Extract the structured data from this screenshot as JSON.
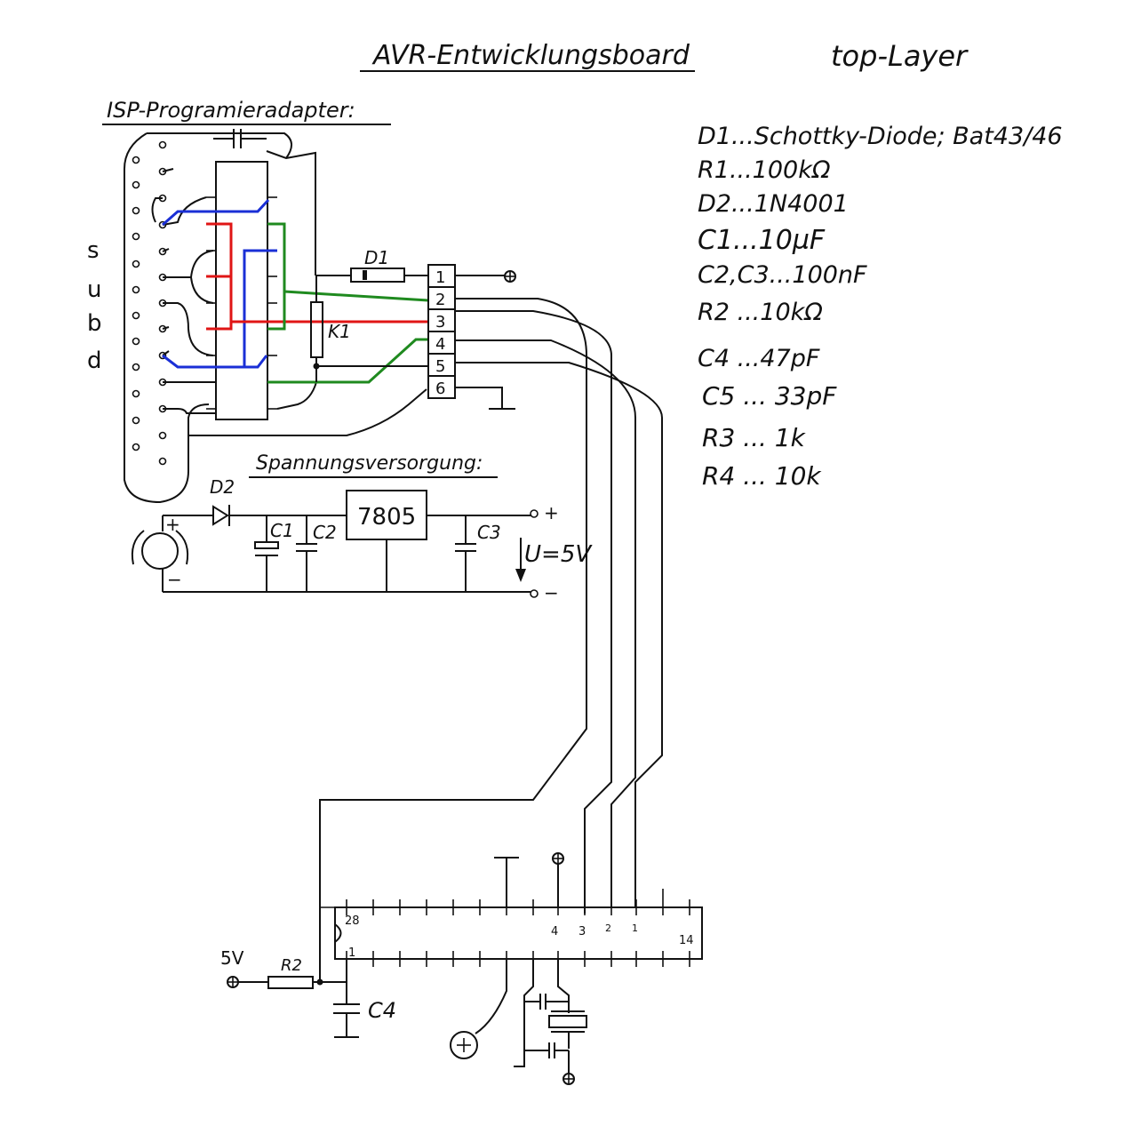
{
  "title": "AVR-Entwicklungsboard",
  "layer": "top-Layer",
  "isp_heading": "ISP-Programieradapter:",
  "subd_letters": [
    "s",
    "u",
    "b",
    "d"
  ],
  "power_heading": "Spannungsversorgung:",
  "regulator": "7805",
  "connector_pins": [
    "1",
    "2",
    "3",
    "4",
    "5",
    "6"
  ],
  "labels": {
    "d1": "D1",
    "r1": "K1",
    "d2": "D2",
    "c1": "C1",
    "c2": "C2",
    "c3": "C3",
    "c4": "C4",
    "r2": "R2",
    "supply_5v": "5V",
    "output": "U=5V",
    "plus": "+",
    "minus": "−",
    "ic_pin_28": "28",
    "ic_pin_1": "1",
    "ic_pin_14": "14",
    "ic_marks": [
      "4",
      "3",
      "2",
      "1"
    ]
  },
  "parts_list": [
    "D1...Schottky-Diode; Bat43/46",
    "R1...100kΩ",
    "D2...1N4001",
    "C1...10µF",
    "C2,C3...100nF",
    "R2 ...10kΩ",
    "C4 ...47pF",
    "C5 ... 33pF",
    "R3 ... 1k",
    "R4 ... 10k"
  ],
  "colors": {
    "blue_wire": "#1a2fd6",
    "red_wire": "#e01515",
    "green_wire": "#1f8a1f",
    "ink": "#111111"
  }
}
